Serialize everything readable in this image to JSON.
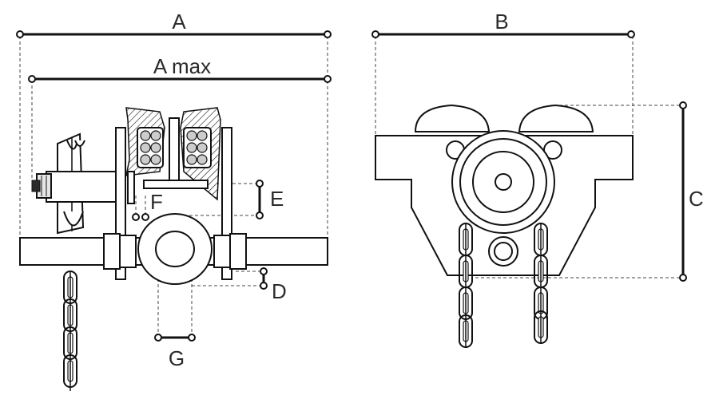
{
  "dimensions": {
    "A": "A",
    "A_max": "A max",
    "B": "B",
    "C": "C",
    "D": "D",
    "E": "E",
    "F": "F",
    "G": "G"
  },
  "colors": {
    "line": "#111111",
    "text": "#2b2b2b",
    "background": "#ffffff"
  }
}
